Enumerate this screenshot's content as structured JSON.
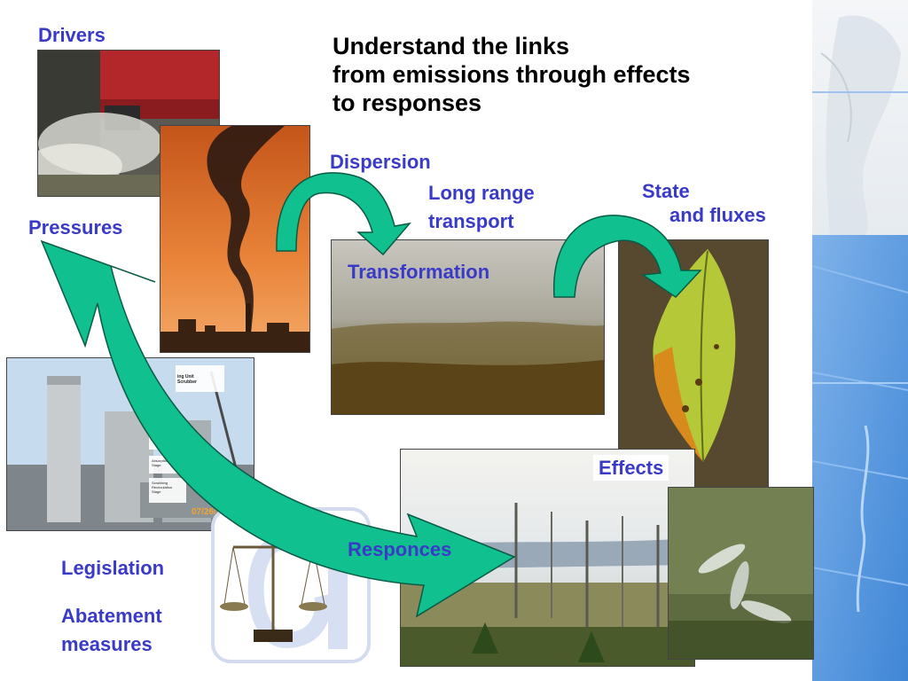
{
  "title": {
    "line1": "Understand the links",
    "line2": "from emissions through effects",
    "line3": "to responses"
  },
  "labels": {
    "drivers": "Drivers",
    "pressures": "Pressures",
    "dispersion": "Dispersion",
    "long_range_1": "Long range",
    "long_range_2": "transport",
    "transformation": "Transformation",
    "state_1": "State",
    "state_2": "and fluxes",
    "effects": "Effects",
    "responces": "Responces",
    "legislation": "Legislation",
    "abatement_1": "Abatement",
    "abatement_2": "measures"
  },
  "photo_captions": {
    "scrubber_1": "ing Unit",
    "scrubber_2": "Scrubber",
    "caustic_1": "Caustic",
    "caustic_2": "Polishing",
    "caustic_3": "Stage",
    "absorption_1": "Absorption",
    "absorption_2": "Stage",
    "scrubbing_1": "Scrubbing",
    "scrubbing_2": "Recirculation",
    "scrubbing_3": "Stage",
    "date": "07/26/2005"
  },
  "colors": {
    "label_text": "#3a3ac8",
    "title_text": "#000000",
    "arrow_fill": "#11c08f",
    "arrow_stroke": "#0a5a45",
    "right_band": "#5c9be0"
  }
}
